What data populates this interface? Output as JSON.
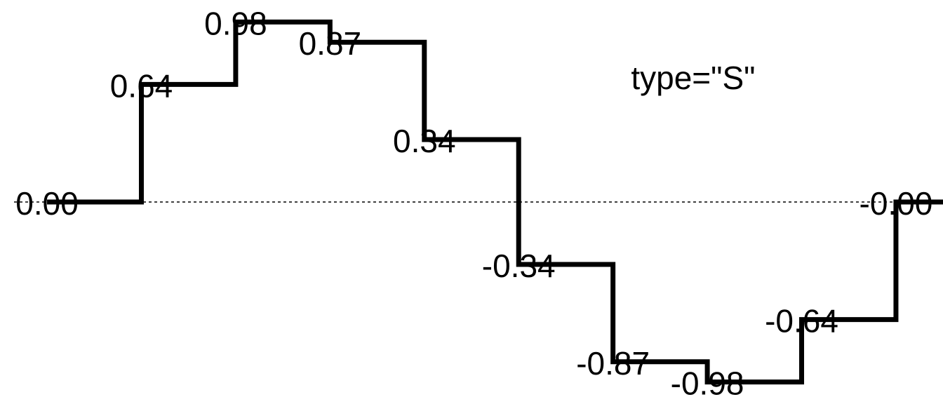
{
  "chart_data": {
    "type": "line",
    "step_type": "S",
    "annotation": "type=\"S\"",
    "x": [
      0,
      1,
      2,
      3,
      4,
      5,
      6,
      7,
      8,
      9
    ],
    "values": [
      0.0,
      0.64,
      0.98,
      0.87,
      0.34,
      -0.34,
      -0.87,
      -0.98,
      -0.64,
      -0.0
    ],
    "labels": [
      "0.00",
      "0.64",
      "0.98",
      "0.87",
      "0.34",
      "-0.34",
      "-0.87",
      "-0.98",
      "-0.64",
      "-0.00"
    ],
    "xlim": [
      -0.35,
      9.35
    ],
    "ylim": [
      -1.1,
      1.1
    ],
    "reference_line": {
      "y": 0,
      "style": "dotted"
    },
    "line_color": "#000000",
    "axes_visible": false,
    "grid": false
  }
}
